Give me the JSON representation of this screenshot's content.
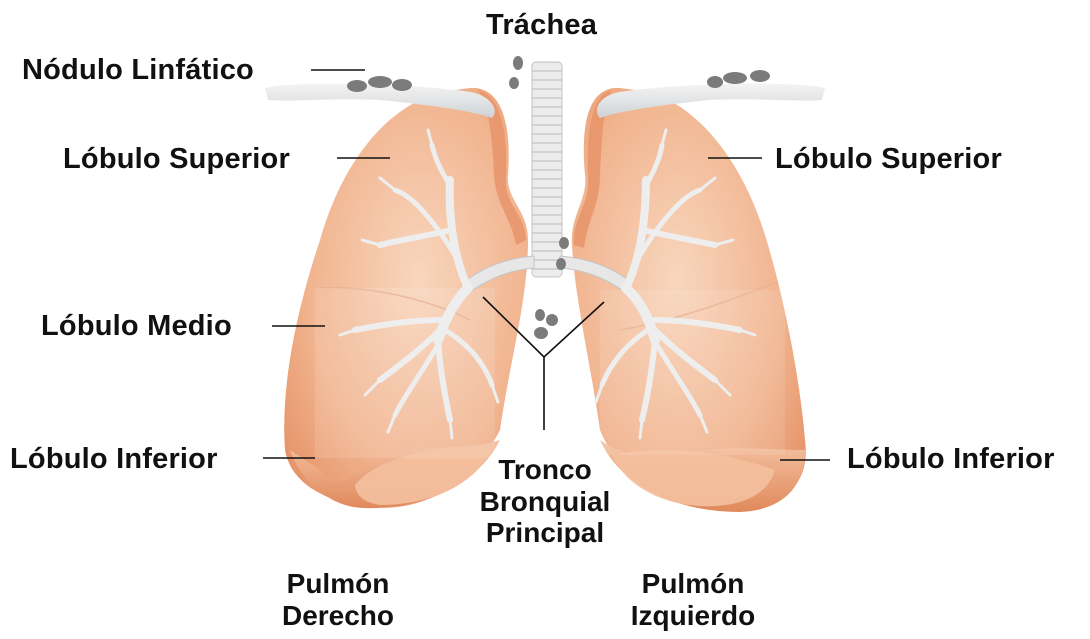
{
  "labels": {
    "trachea": "Tráchea",
    "lymph_node": "Nódulo Linfático",
    "upper_lobe_left_side": "Lóbulo Superior",
    "upper_lobe_right_side": "Lóbulo Superior",
    "middle_lobe": "Lóbulo Medio",
    "lower_lobe_left_side": "Lóbulo Inferior",
    "lower_lobe_right_side": "Lóbulo Inferior",
    "main_bronchus": [
      "Tronco",
      "Bronquial",
      "Principal"
    ],
    "right_lung": [
      "Pulmón",
      "Derecho"
    ],
    "left_lung": [
      "Pulmón",
      "Izquierdo"
    ]
  },
  "colors": {
    "lung_light": "#f6c9a8",
    "lung_mid": "#efa57c",
    "lung_dark": "#d97a4e",
    "airway": "#e9e9e9",
    "lymph_node": "#7b7b7b",
    "leader_line": "#111111"
  }
}
